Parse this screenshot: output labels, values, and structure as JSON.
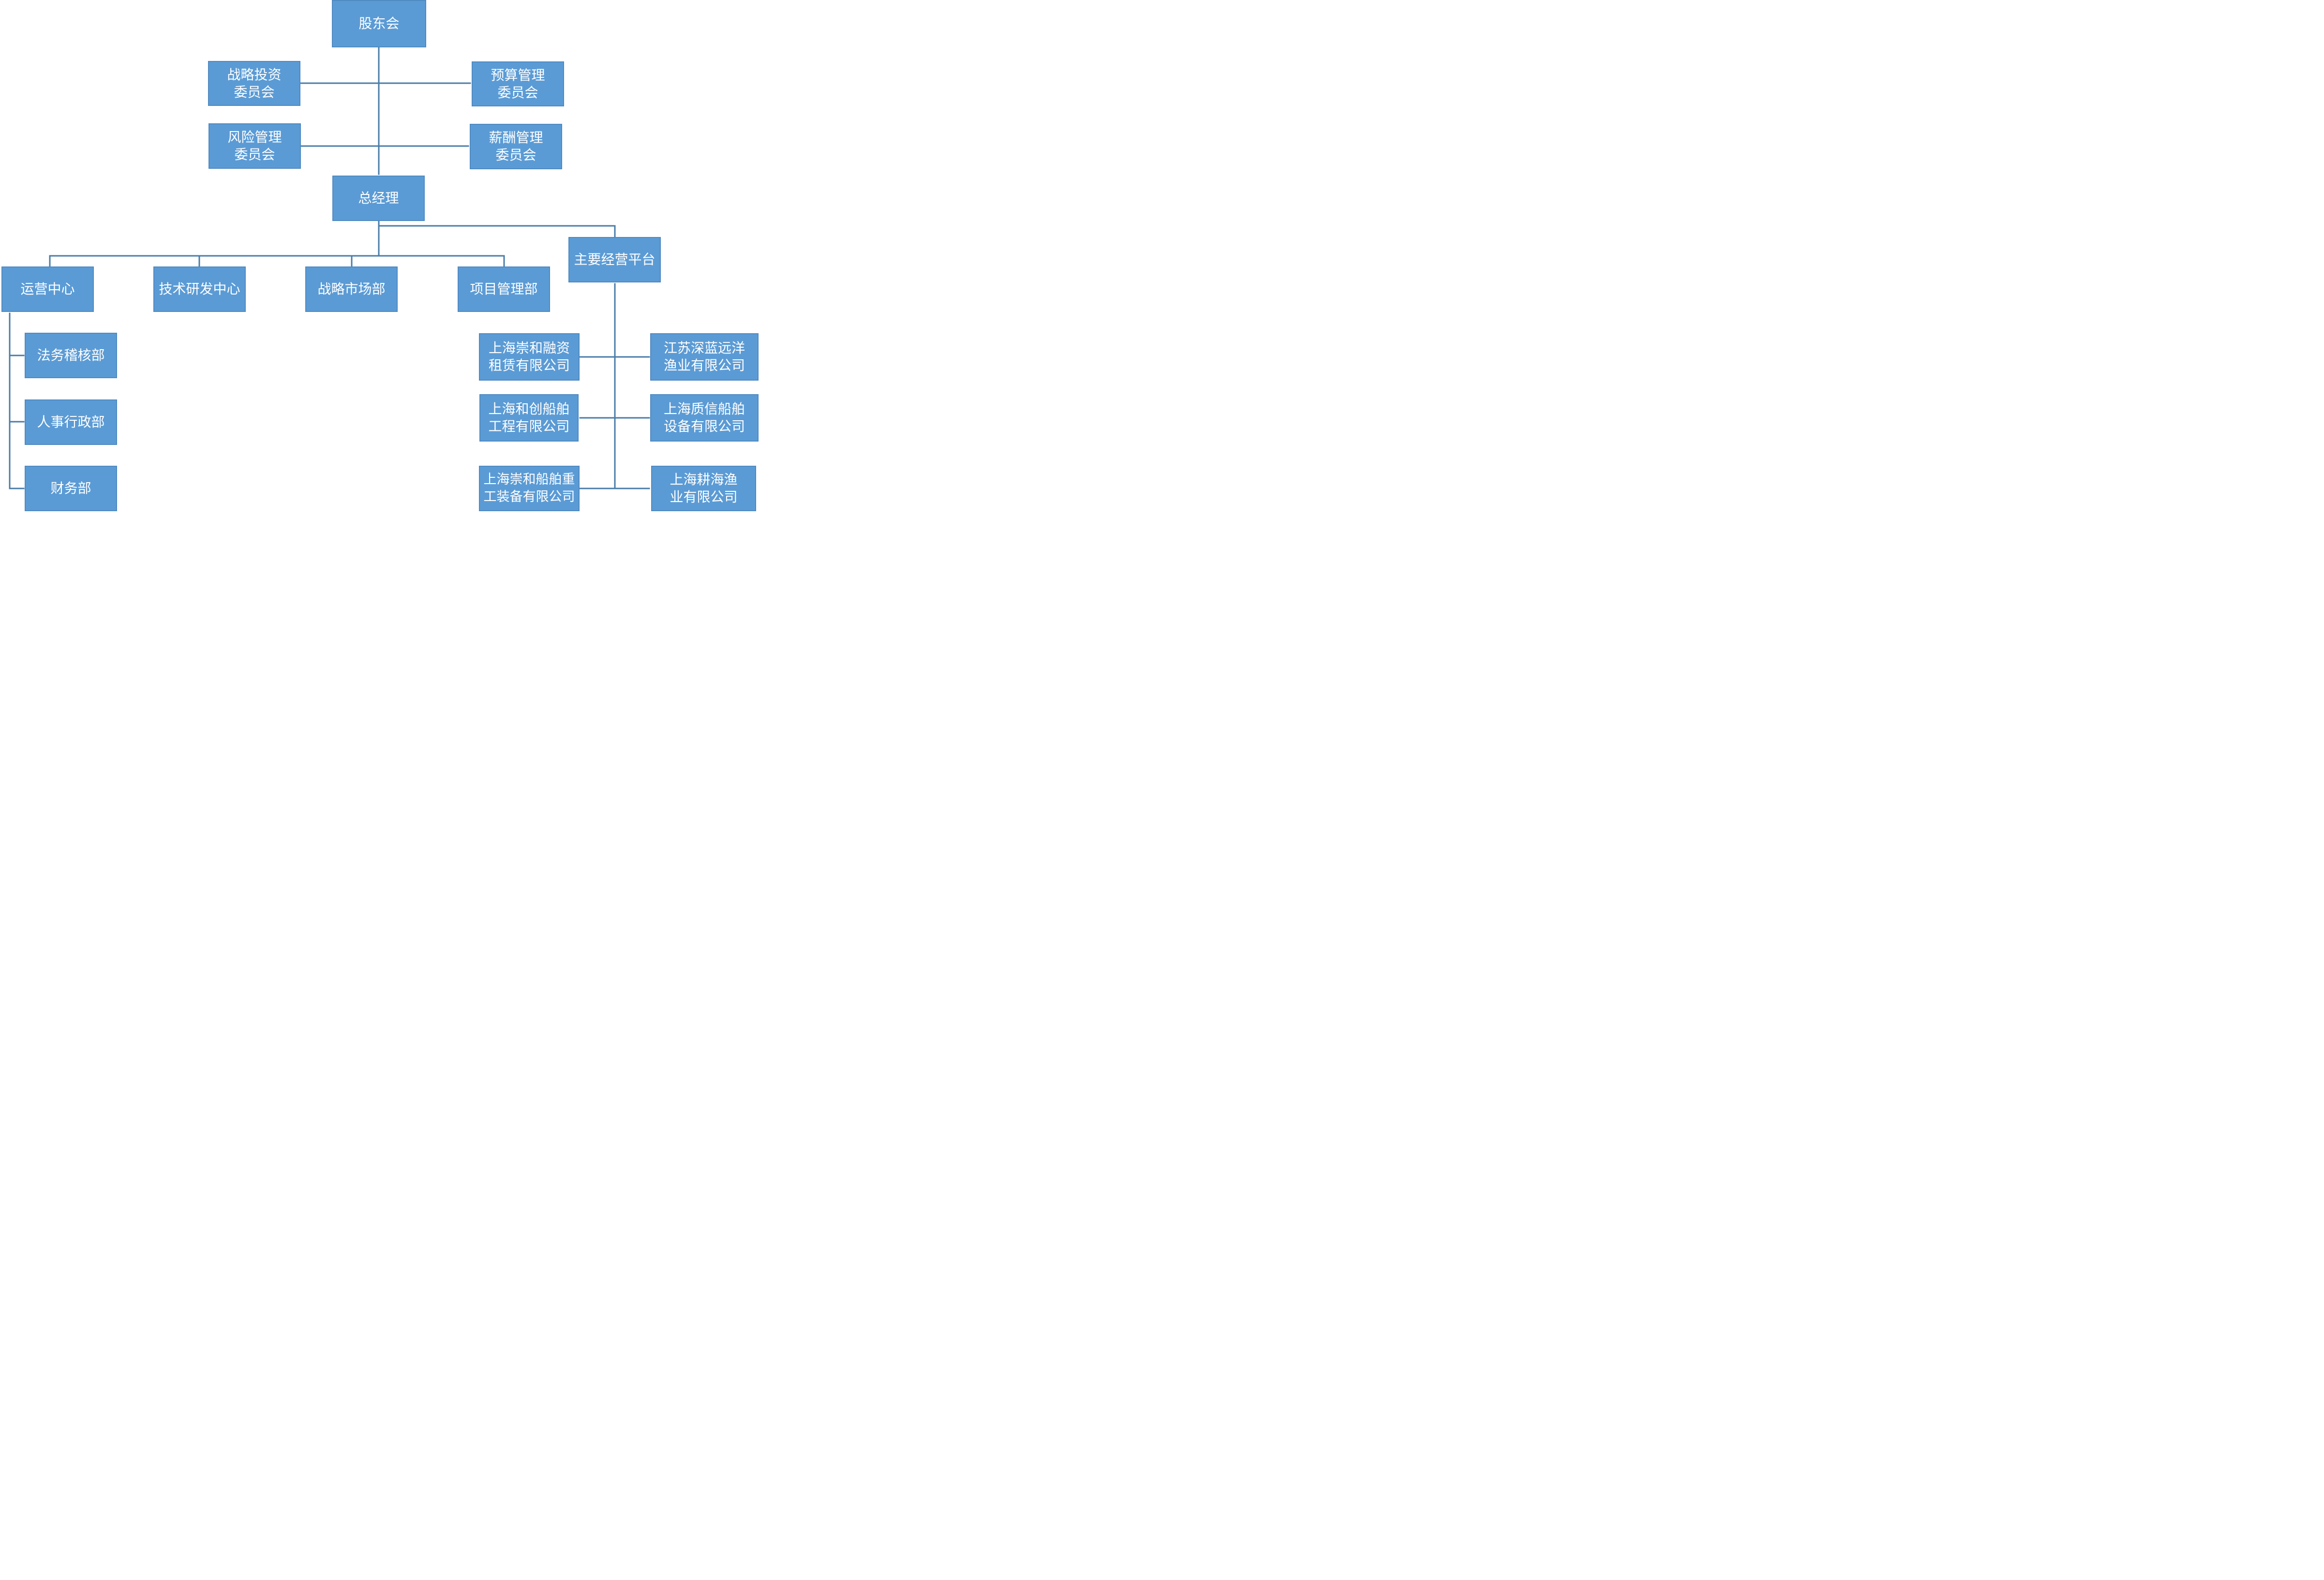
{
  "nodes": {
    "gudong": "股东会",
    "zhanlue_1": "战略投资",
    "zhanlue_2": "委员会",
    "yusuan_1": "预算管理",
    "yusuan_2": "委员会",
    "fengxian_1": "风险管理",
    "fengxian_2": "委员会",
    "xinchou_1": "薪酬管理",
    "xinchou_2": "委员会",
    "zongjingli": "总经理",
    "yunying": "运营中心",
    "jishu": "技术研发中心",
    "shichang": "战略市场部",
    "xiangmu": "项目管理部",
    "pingtai": "主要经营平台",
    "fawu": "法务稽核部",
    "renshi": "人事行政部",
    "caiwu": "财务部",
    "rongzi_1": "上海崇和融资",
    "rongzi_2": "租赁有限公司",
    "jiangsu_1": "江苏深蓝远洋",
    "jiangsu_2": "渔业有限公司",
    "chuangbo_1": "上海和创船舶",
    "chuangbo_2": "工程有限公司",
    "zhixin_1": "上海质信船舶",
    "zhixin_2": "设备有限公司",
    "zhonggong_1": "上海崇和船舶重",
    "zhonggong_2": "工装备有限公司",
    "genghai_1": "上海耕海渔",
    "genghai_2": "业有限公司"
  },
  "colors": {
    "box_fill": "#5b9bd5",
    "box_border": "#4f8ac2",
    "connector": "#4a7ca8",
    "text": "#ffffff"
  }
}
